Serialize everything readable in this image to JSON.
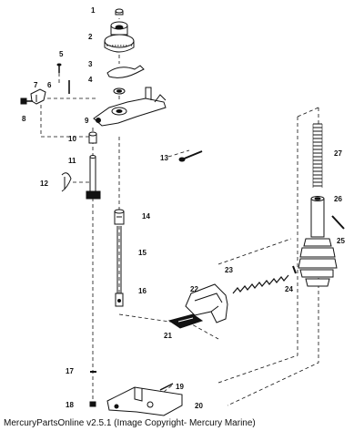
{
  "callouts": [
    "1",
    "2",
    "3",
    "4",
    "5",
    "6",
    "7",
    "8",
    "9",
    "10",
    "11",
    "12",
    "13",
    "14",
    "15",
    "16",
    "17",
    "18",
    "19",
    "20",
    "21",
    "22",
    "23",
    "24",
    "25",
    "26",
    "27"
  ],
  "footer": "MercuryPartsOnline v2.5.1 (Image Copyright- Mercury Marine)",
  "colors": {
    "ink": "#111111",
    "background": "#ffffff"
  }
}
